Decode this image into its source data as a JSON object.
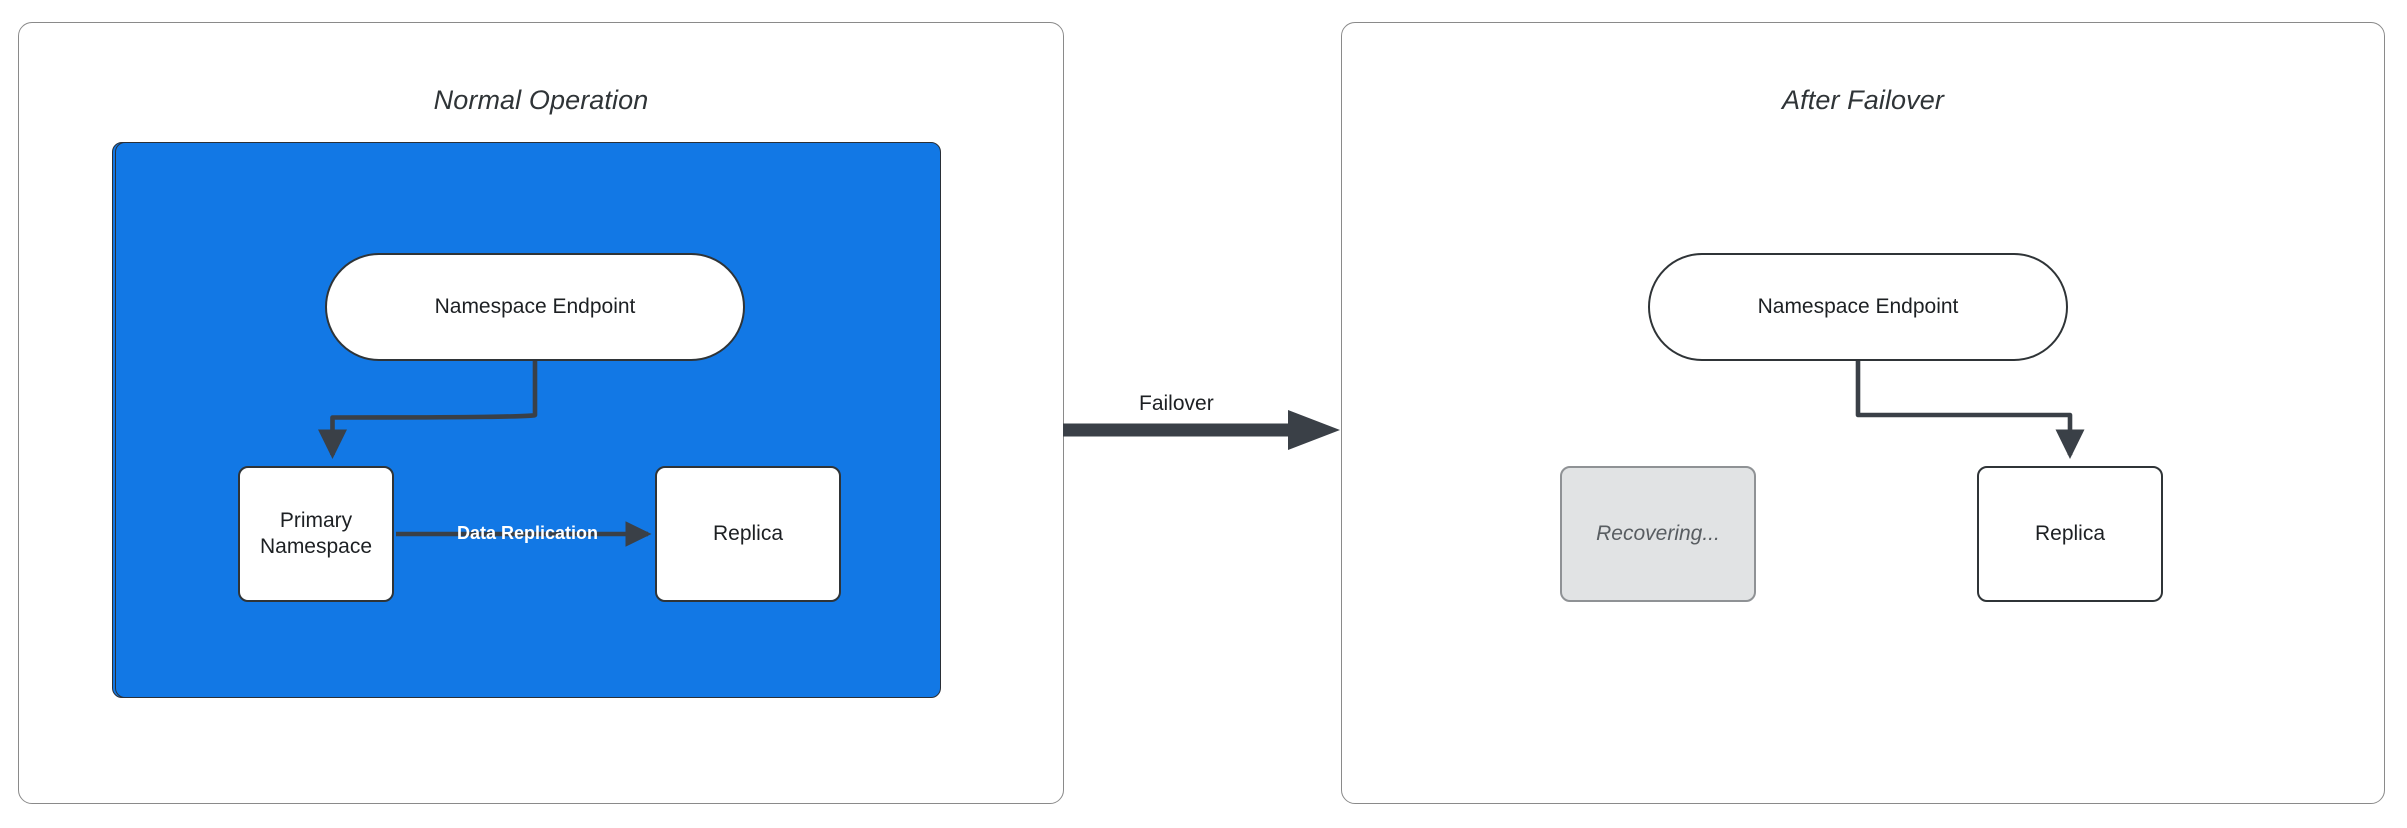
{
  "diagram": {
    "title_left": "Normal Operation",
    "title_right": "After Failover",
    "transition_label": "Failover",
    "colors": {
      "zone_blue": "#1278e5",
      "node_white": "#ffffff",
      "node_disabled": "#e1e3e4",
      "stroke_dark": "#2f3437",
      "panel_border": "#8a8a8a",
      "replication_label": "#ffffff"
    }
  },
  "panels": [
    {
      "id": "normal-operation",
      "title": "Normal Operation",
      "nodes": [
        {
          "id": "endpoint-left",
          "label": "Namespace Endpoint",
          "shape": "pill",
          "state": "active"
        },
        {
          "id": "primary-namespace",
          "label": "Primary\nNamespace",
          "label_line1": "Primary",
          "label_line2": "Namespace",
          "shape": "rounded-rect",
          "state": "active"
        },
        {
          "id": "replica-left",
          "label": "Replica",
          "shape": "rounded-rect",
          "state": "active"
        }
      ],
      "edges": [
        {
          "from": "endpoint-left",
          "to": "primary-namespace",
          "label": "",
          "style": "elbow-arrow"
        },
        {
          "from": "primary-namespace",
          "to": "replica-left",
          "label": "Data Replication",
          "style": "straight-arrow"
        }
      ]
    },
    {
      "id": "after-failover",
      "title": "After Failover",
      "nodes": [
        {
          "id": "endpoint-right",
          "label": "Namespace Endpoint",
          "shape": "pill",
          "state": "active"
        },
        {
          "id": "recovering",
          "label": "Recovering...",
          "shape": "rounded-rect",
          "state": "disabled"
        },
        {
          "id": "replica-right",
          "label": "Replica",
          "shape": "rounded-rect",
          "state": "active"
        }
      ],
      "edges": [
        {
          "from": "endpoint-right",
          "to": "replica-right",
          "label": "",
          "style": "elbow-arrow"
        }
      ]
    }
  ],
  "transition": {
    "label": "Failover",
    "from_panel": "normal-operation",
    "to_panel": "after-failover"
  }
}
